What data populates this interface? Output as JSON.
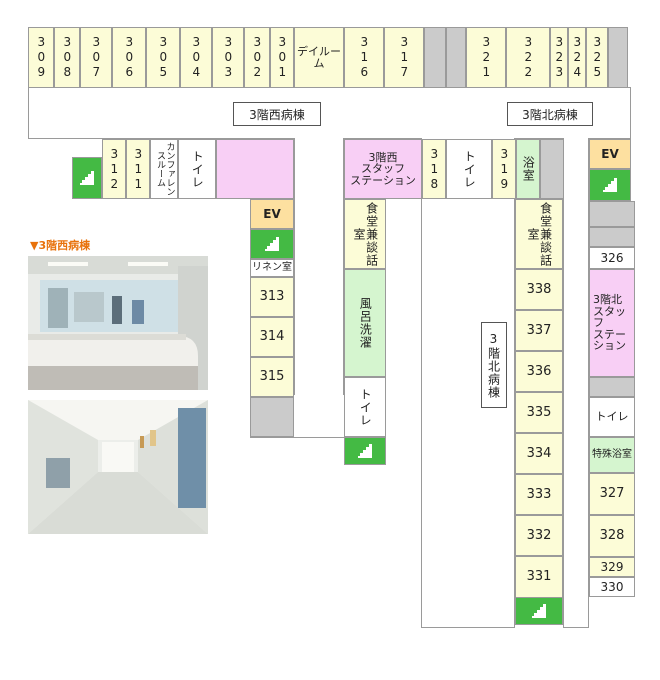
{
  "top_rooms": [
    "309",
    "308",
    "307",
    "306",
    "305",
    "304",
    "303",
    "302",
    "301",
    "デイルーム",
    "316",
    "317",
    "",
    "",
    "321",
    "322",
    "323",
    "324",
    "325",
    ""
  ],
  "ward_west": "3階西病棟",
  "ward_north": "3階北病棟",
  "ward_north_vertical": "3階北病棟",
  "west_row": {
    "r312": "312",
    "r311": "311",
    "conference": "カンファレンスルーム",
    "toilet": "トイレ"
  },
  "staff_west": "3階西\nスタッフ\nステーション",
  "r318": "318",
  "toilet_mid": "トイレ",
  "r319": "319",
  "bath": "浴室",
  "ev": "EV",
  "linen": "リネン室",
  "west_column": [
    "313",
    "314",
    "315"
  ],
  "dining_mid": "食堂兼談話室",
  "bath_wash": "風呂洗濯",
  "toilet_mid2": "トイレ",
  "dining_north": "食堂兼談話室",
  "north_inner": [
    "338",
    "337",
    "336",
    "335",
    "334",
    "333",
    "332",
    "331"
  ],
  "north_outer": {
    "r326": "326",
    "staff_north": "3階北\nスタッフ\nステーション",
    "toilet": "トイレ",
    "special_bath": "特殊浴室",
    "rooms": [
      "327",
      "328",
      "329",
      "330"
    ]
  },
  "photo_caption": "▼3階西病棟",
  "icons": {
    "stairs": "stairs-icon"
  },
  "colors": {
    "cream": "#fcfcd7",
    "pink": "#f8cff5",
    "green": "#d5f5cf",
    "gray": "#cbcbcb",
    "stairs": "#44ba44",
    "ev": "#fde0a0",
    "caption": "#e8720c"
  }
}
